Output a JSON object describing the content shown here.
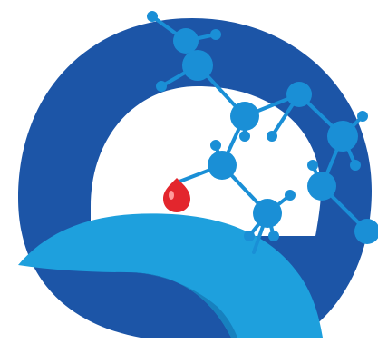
{
  "illustration": {
    "palette": {
      "ring": "#1c55a7",
      "ground": "#1ea0dd",
      "ground_shadow": "#1781bf",
      "molecule": "#1a8fd6",
      "molecule_bond": "#1a8fd6",
      "droplet": "#e3262d",
      "droplet_highlight": "#ff9b9b",
      "background": "#ffffff"
    },
    "icons": [
      "arc-ring",
      "ground-mound",
      "molecule-structure",
      "red-droplet"
    ]
  }
}
